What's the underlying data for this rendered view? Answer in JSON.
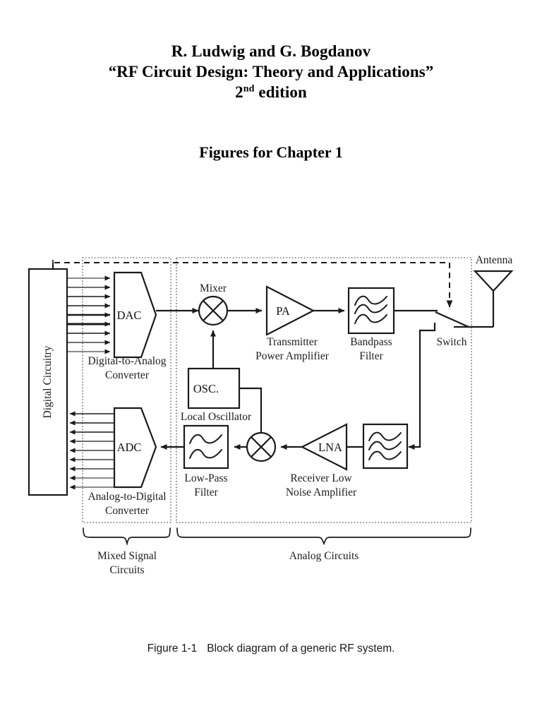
{
  "header": {
    "authors": "R. Ludwig and G. Bogdanov",
    "book_title": "“RF Circuit Design: Theory and Applications”",
    "edition_num": "2",
    "edition_sup": "nd",
    "edition_word": "edition",
    "section_title": "Figures for Chapter 1"
  },
  "caption": {
    "number": "Figure 1-1",
    "text": "Block diagram of a generic RF system."
  },
  "figure": {
    "blocks": {
      "digital_circuitry": "Digital Circuitry",
      "dac": "DAC",
      "dac_label_line1": "Digital-to-Analog",
      "dac_label_line2": "Converter",
      "adc": "ADC",
      "adc_label_line1": "Analog-to-Digital",
      "adc_label_line2": "Converter",
      "mixer_tx": "Mixer",
      "pa": "PA",
      "pa_label_line1": "Transmitter",
      "pa_label_line2": "Power Amplifier",
      "bandpass": "Bandpass",
      "bandpass_line2": "Filter",
      "osc": "OSC.",
      "osc_label": "Local Oscillator",
      "lowpass_line1": "Low-Pass",
      "lowpass_line2": "Filter",
      "lna": "LNA",
      "lna_label_line1": "Receiver Low",
      "lna_label_line2": "Noise Amplifier",
      "switch": "Switch",
      "antenna": "Antenna"
    },
    "groups": {
      "mixed_signal_line1": "Mixed Signal",
      "mixed_signal_line2": "Circuits",
      "analog": "Analog Circuits"
    },
    "colors": {
      "line": "#1a1a1a",
      "text": "#1c1c1c",
      "dotted_boundary": "#555555",
      "background": "#ffffff"
    }
  }
}
